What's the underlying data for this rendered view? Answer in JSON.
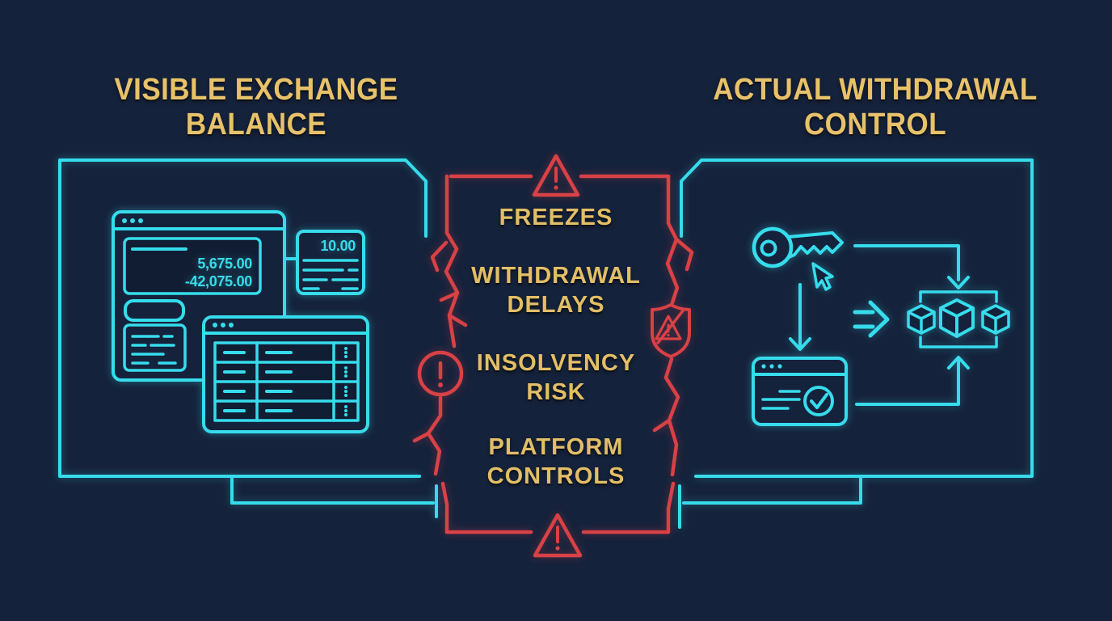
{
  "colors": {
    "background": "#15223b",
    "cyan": "#36dcec",
    "red": "#d84146",
    "gold": "#e8c26a",
    "panel_fill": "#111d33"
  },
  "left_section": {
    "title": [
      "VISIBLE EXCHANGE",
      "BALANCE"
    ],
    "balance_window": {
      "values": [
        "5,675.00",
        "-42,075.00"
      ]
    },
    "fee_card": {
      "value": "10.00"
    }
  },
  "center_warnings": {
    "labels": [
      [
        "FREEZES"
      ],
      [
        "WITHDRAWAL",
        "DELAYS"
      ],
      [
        "INSOLVENCY",
        "RISK"
      ],
      [
        "PLATFORM",
        "CONTROLS"
      ]
    ]
  },
  "right_section": {
    "title": [
      "ACTUAL WITHDRAWAL",
      "CONTROL"
    ]
  },
  "icons": {
    "left": [
      "browser-balance-window",
      "fee-card",
      "orders-table-window"
    ],
    "center": [
      "warning-triangle-top",
      "alert-circle",
      "blocked-shield",
      "crack-line-left",
      "crack-line-right",
      "warning-triangle-bottom"
    ],
    "right": [
      "key",
      "cursor-pointer",
      "fast-forward-arrow",
      "blockchain-blocks",
      "verified-browser-window",
      "flow-arrows"
    ]
  }
}
